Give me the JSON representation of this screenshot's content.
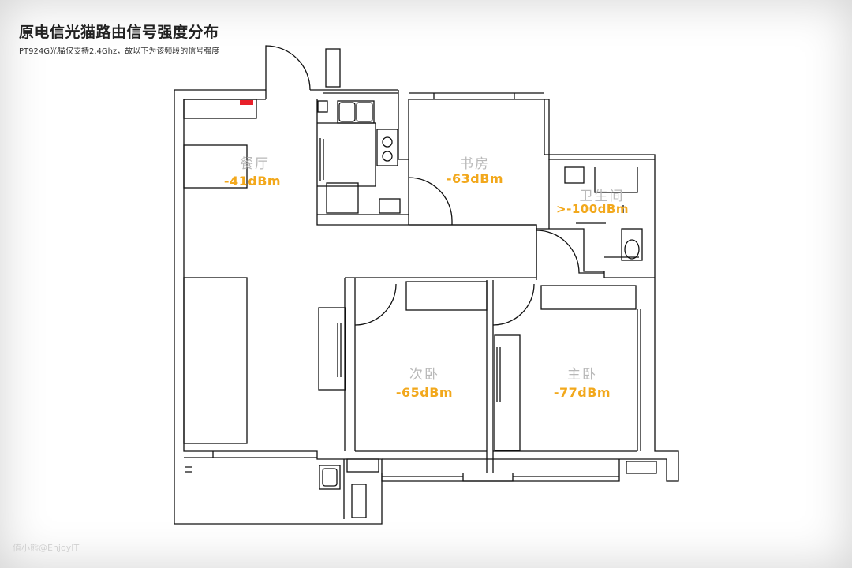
{
  "title": "原电信光猫路由信号强度分布",
  "subtitle": "PT924G光猫仅支持2.4Ghz，故以下为该频段的信号强度",
  "watermark": "值小熊@EnjoyIT",
  "colors": {
    "wall": "#111111",
    "signal_text": "#f2a81c",
    "room_label": "#b8b8b8",
    "router_marker": "#e8202a"
  },
  "rooms": [
    {
      "id": "dining",
      "label": "餐厅",
      "signal": "-41dBm"
    },
    {
      "id": "study",
      "label": "书房",
      "signal": "-63dBm"
    },
    {
      "id": "bathroom",
      "label": "卫生间",
      "signal": ">-100dBm"
    },
    {
      "id": "second_bedroom",
      "label": "次卧",
      "signal": "-65dBm"
    },
    {
      "id": "master_bedroom",
      "label": "主卧",
      "signal": "-77dBm"
    }
  ]
}
